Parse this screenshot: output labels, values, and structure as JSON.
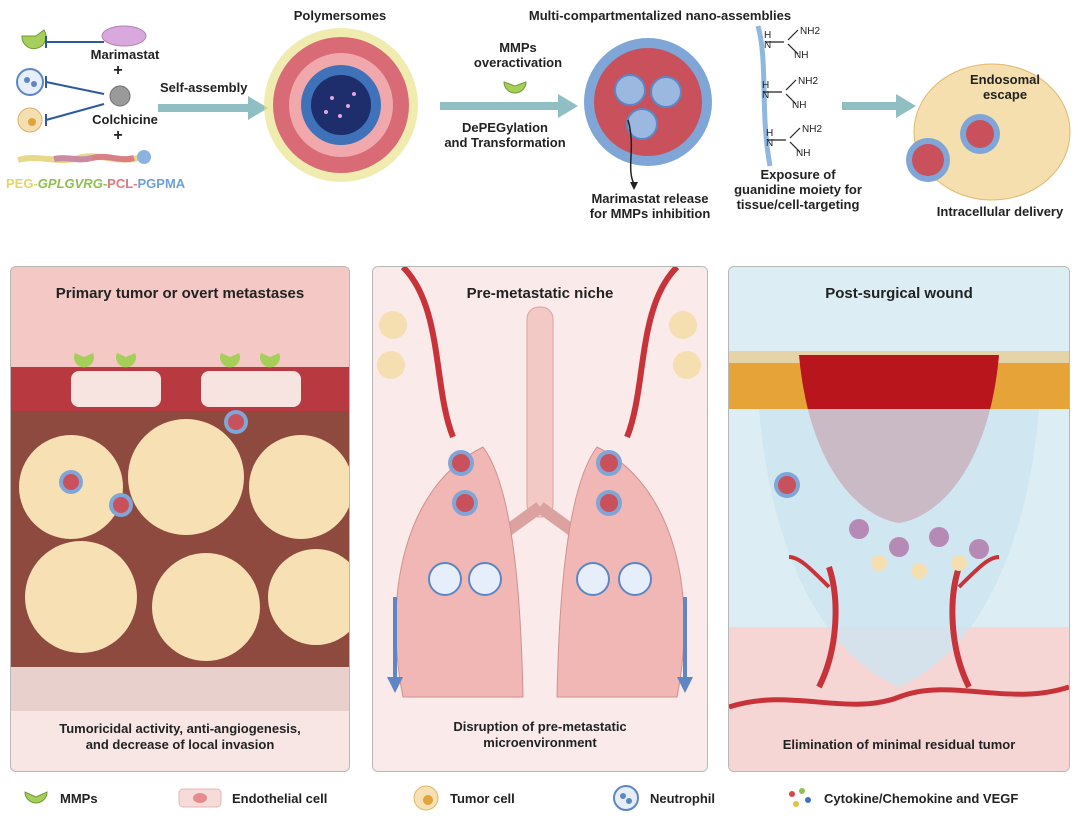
{
  "top": {
    "marimastat": "Marimastat",
    "plus1": "+",
    "colchicine": "Colchicine",
    "plus2": "+",
    "polymer": {
      "peg": "PEG-",
      "peptide": "GPLGVRG",
      "sep": "-",
      "pcl": "PCL",
      "sep2": "-",
      "pgpma": "PGPMA"
    },
    "self_assembly": "Self-assembly",
    "polymersomes": "Polymersomes",
    "mmps_over_1": "MMPs",
    "mmps_over_2": "overactivation",
    "depeg_1": "DePEGylation",
    "depeg_2": "and Transformation",
    "multi": "Multi-compartmentalized nano-assemblies",
    "release_1": "Marimastat release",
    "release_2": "for MMPs inhibition",
    "nh2_a": "NH2",
    "nh2_b": "NH2",
    "nh2_c": "NH2",
    "nh_a": "NH",
    "nh_b": "NH",
    "nh_c": "NH",
    "h_a": "H",
    "h_b": "H",
    "h_c": "H",
    "n_a": "N",
    "n_b": "N",
    "n_c": "N",
    "exposure_1": "Exposure of",
    "exposure_2": "guanidine moiety for",
    "exposure_3": "tissue/cell-targeting",
    "endo_1": "Endosomal",
    "endo_2": "escape",
    "intracellular": "Intracellular delivery"
  },
  "panels": {
    "primary": {
      "title": "Primary tumor or overt metastases",
      "caption_1": "Tumoricidal activity, anti-angiogenesis,",
      "caption_2": "and decrease of local invasion"
    },
    "premet": {
      "title": "Pre-metastatic niche",
      "caption_1": "Disruption of pre-metastatic",
      "caption_2": "microenvironment"
    },
    "wound": {
      "title": "Post-surgical wound",
      "caption_1": "Elimination of minimal residual tumor"
    }
  },
  "legend": {
    "mmps": "MMPs",
    "endothelial": "Endothelial cell",
    "tumor": "Tumor cell",
    "neutrophil": "Neutrophil",
    "cytokine": "Cytokine/Chemokine and VEGF"
  },
  "colors": {
    "mmp_green": "#a6cf5a",
    "vessel_red": "#c8333a",
    "tumor_cell": "#f5deb0",
    "nano_blue": "#7fa6d6",
    "arrow_teal": "#7fb3b8"
  }
}
